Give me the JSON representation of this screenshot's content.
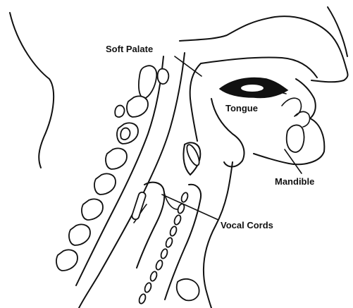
{
  "labels": {
    "soft_palate": "Soft Palate",
    "tongue": "Tongue",
    "mandible": "Mandible",
    "vocal_cords": "Vocal Cords"
  },
  "colors": {
    "line": "#111111",
    "background": "#ffffff"
  }
}
